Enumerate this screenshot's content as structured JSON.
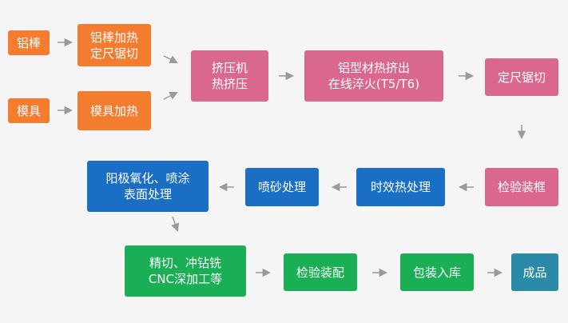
{
  "colors": {
    "orange": "#f47c2f",
    "pink": "#d9678e",
    "blue": "#1a6fc4",
    "green": "#1aae55",
    "teal": "#2a8aa8",
    "arrow": "#9a9a9a",
    "background": "#f5f5f5"
  },
  "steps": {
    "aluminum_bar": "铝棒",
    "bar_heat_cut": "铝棒加热\n定尺锯切",
    "mold": "模具",
    "mold_heat": "模具加热",
    "extruder": "挤压机\n热挤压",
    "extrude_quench": "铝型材热挤出\n在线淬火(T5/T6)",
    "cut_to_length": "定尺锯切",
    "inspect_frame": "检验装框",
    "aging": "时效热处理",
    "sandblast": "喷砂处理",
    "anodize_spray": "阳极氧化、喷涂\n表面处理",
    "machining": "精切、冲钻铣\nCNC深加工等",
    "inspect_assembly": "检验装配",
    "packaging": "包装入库",
    "finished": "成品"
  }
}
